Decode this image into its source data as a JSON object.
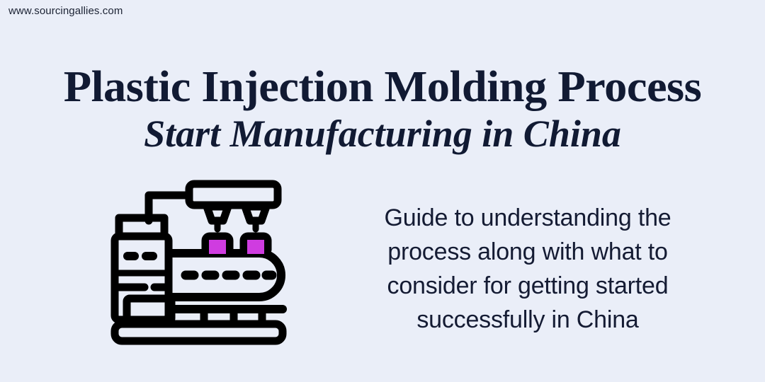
{
  "page": {
    "background_color": "#eaeef8",
    "text_color": "#111a33",
    "accent_color": "#cf3ce0"
  },
  "site_url": "www.sourcingallies.com",
  "headline": {
    "main": "Plastic Injection Molding Process",
    "subtitle": "Start Manufacturing in China"
  },
  "body": {
    "description": "Guide to understanding the process along with what to consider for getting started successfully in China"
  },
  "illustration": {
    "name": "injection-molding-machine-illustration",
    "line_color": "#000000",
    "product_color": "#cf3ce0",
    "parts": [
      "hopper",
      "feed-pipe",
      "nozzle-bar",
      "nozzle-left",
      "nozzle-right",
      "machine-body",
      "control-panel",
      "conveyor-belt",
      "roller-dashes",
      "product-block-left",
      "product-block-right",
      "support-bar",
      "legs",
      "base"
    ]
  }
}
